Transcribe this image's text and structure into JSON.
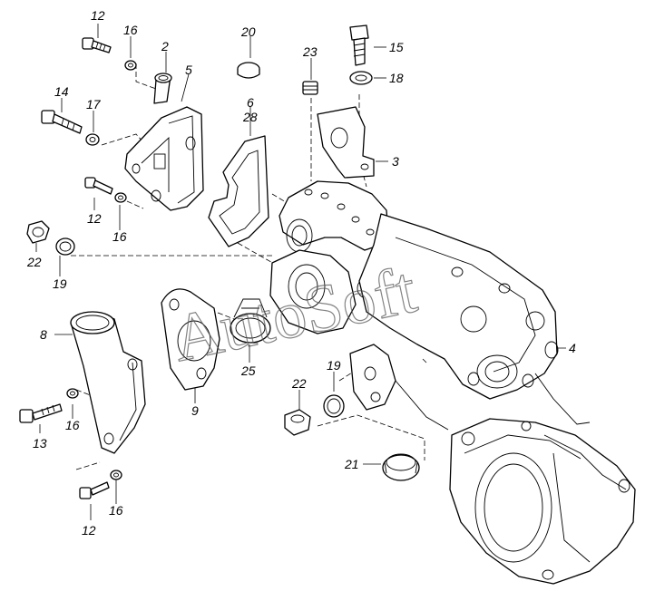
{
  "watermark": "AutoSoft",
  "callouts": [
    {
      "id": "c12a",
      "text": "12"
    },
    {
      "id": "c16a",
      "text": "16"
    },
    {
      "id": "c2",
      "text": "2"
    },
    {
      "id": "c5",
      "text": "5"
    },
    {
      "id": "c14",
      "text": "14"
    },
    {
      "id": "c17",
      "text": "17"
    },
    {
      "id": "c12b",
      "text": "12"
    },
    {
      "id": "c16b",
      "text": "16"
    },
    {
      "id": "c20",
      "text": "20"
    },
    {
      "id": "c6",
      "text": "6"
    },
    {
      "id": "c28",
      "text": "28"
    },
    {
      "id": "c23",
      "text": "23"
    },
    {
      "id": "c15",
      "text": "15"
    },
    {
      "id": "c18",
      "text": "18"
    },
    {
      "id": "c3",
      "text": "3"
    },
    {
      "id": "c22a",
      "text": "22"
    },
    {
      "id": "c19a",
      "text": "19"
    },
    {
      "id": "c8",
      "text": "8"
    },
    {
      "id": "c9",
      "text": "9"
    },
    {
      "id": "c25",
      "text": "25"
    },
    {
      "id": "c22b",
      "text": "22"
    },
    {
      "id": "c19b",
      "text": "19"
    },
    {
      "id": "c4",
      "text": "4"
    },
    {
      "id": "c21",
      "text": "21"
    },
    {
      "id": "c16c",
      "text": "16"
    },
    {
      "id": "c13",
      "text": "13"
    },
    {
      "id": "c12c",
      "text": "12"
    },
    {
      "id": "c16d",
      "text": "16"
    }
  ]
}
